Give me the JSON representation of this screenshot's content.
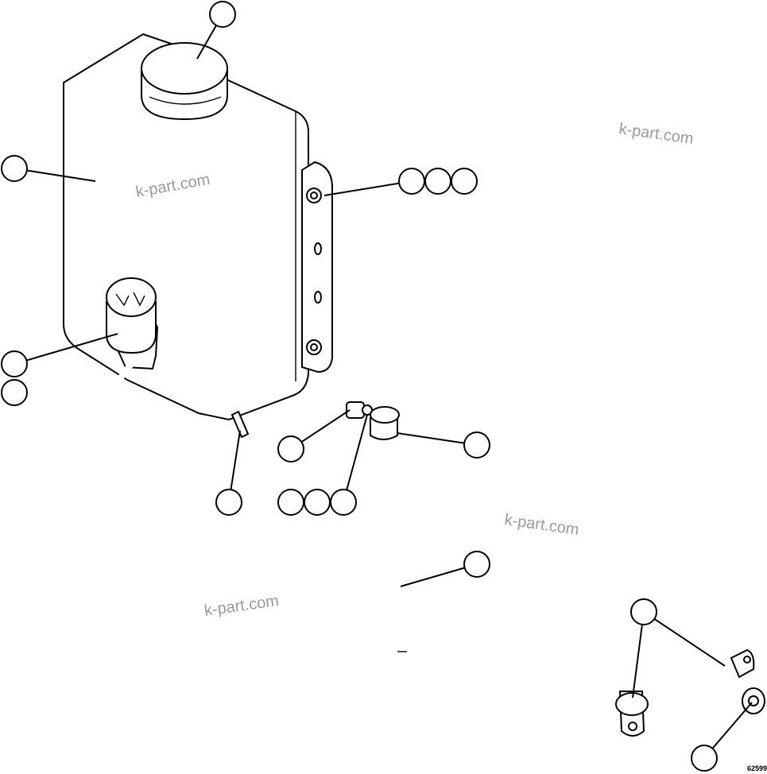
{
  "watermarks": [
    "k-part.com",
    "k-part.com",
    "k-part.com",
    "k-part.com"
  ],
  "drawing_code": "62599"
}
